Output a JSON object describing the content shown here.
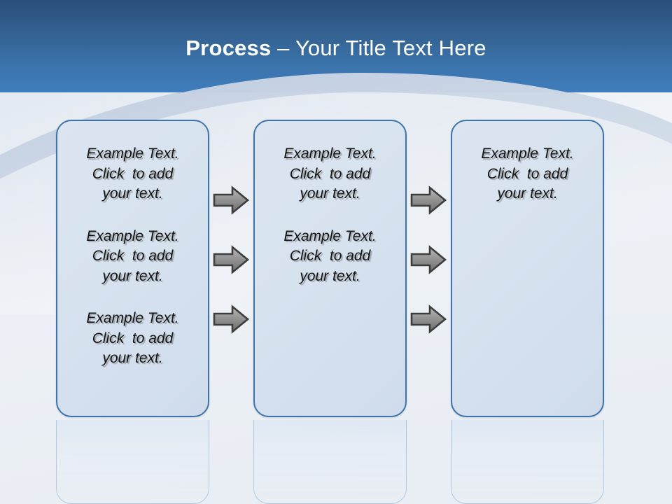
{
  "slide": {
    "title_bold": "Process",
    "title_dash": " – ",
    "title_rest": "Your Title Text Here",
    "colors": {
      "header_top": "#2b4f7c",
      "header_bottom": "#3f7dbc",
      "box_border": "#3f74ab",
      "box_fill": "#d9e4f0",
      "arrow_fill": "#8c8c8c",
      "arrow_outline": "#4a4a4a",
      "text": "#121212",
      "title_text": "#ffffff",
      "background": "#eef2f7"
    }
  },
  "boxes": [
    {
      "name": "process-box-1",
      "blocks": [
        "Example Text.\nClick  to add\nyour text.",
        "Example Text.\nClick  to add\nyour text.",
        "Example Text.\nClick  to add\nyour text."
      ]
    },
    {
      "name": "process-box-2",
      "blocks": [
        "Example Text.\nClick  to add\nyour text.",
        "Example Text.\nClick  to add\nyour text."
      ]
    },
    {
      "name": "process-box-3",
      "blocks": [
        "Example Text.\nClick  to add\nyour text."
      ]
    }
  ],
  "connectors": {
    "icon": "arrow-right-icon",
    "group_1_label": "arrows-box1-to-box2",
    "group_2_label": "arrows-box2-to-box3",
    "count_per_group": 3
  }
}
